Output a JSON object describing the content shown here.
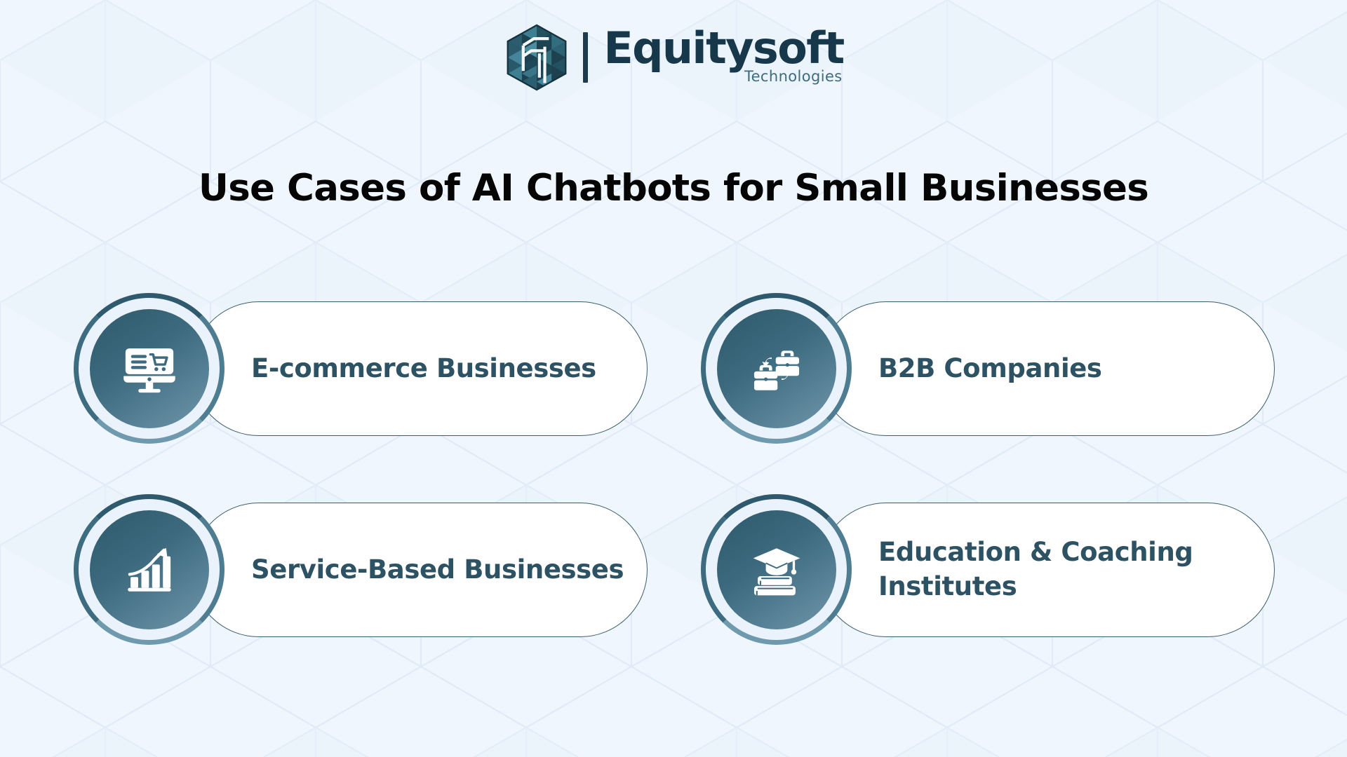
{
  "brand": {
    "logo_mark": "equitysoft-hex-logo-icon",
    "name": "Equitysoft",
    "tagline": "Technologies"
  },
  "header": {
    "title": "Use Cases of AI Chatbots for Small Businesses"
  },
  "colors": {
    "background": "#eff6fd",
    "card_background": "#ffffff",
    "card_border": "#3a5d6d",
    "label_text": "#2d5263",
    "title_text": "#050505",
    "brand_navy": "#17384a",
    "brand_tagline": "#3f6c7d",
    "icon_gradient_start": "#2f596c",
    "icon_gradient_end": "#6f96ab",
    "icon_ring": "#2f5a6d"
  },
  "cards": [
    {
      "label": "E-commerce Businesses",
      "icon": "monitor-shopping-cart-icon"
    },
    {
      "label": "B2B Companies",
      "icon": "briefcase-exchange-icon"
    },
    {
      "label": "Service-Based Businesses",
      "icon": "growth-bar-chart-arrow-icon"
    },
    {
      "label": "Education & Coaching Institutes",
      "icon": "graduation-cap-books-icon"
    }
  ]
}
